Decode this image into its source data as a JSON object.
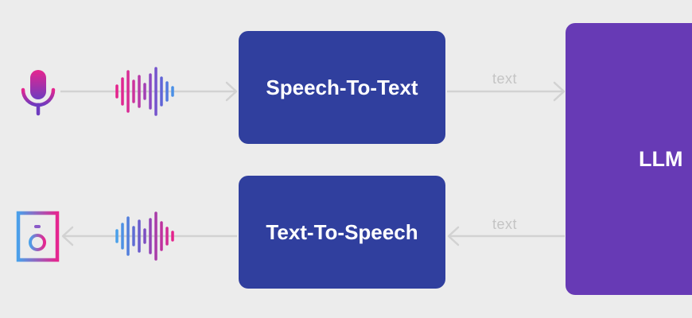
{
  "diagram": {
    "stt_label": "Speech-To-Text",
    "tts_label": "Text-To-Speech",
    "llm_label": "LLM",
    "edge_label_top": "text",
    "edge_label_bottom": "text"
  },
  "icons": {
    "input": "microphone-icon",
    "output": "speaker-icon",
    "waveform": "waveform-icon"
  },
  "colors": {
    "background": "#ececec",
    "stt_box": "#303f9e",
    "tts_box": "#303f9e",
    "llm_box": "#673ab5",
    "connector": "#d2d2d2",
    "gradient_pink": "#e6258f",
    "gradient_blue": "#4aa0ea",
    "gradient_purple": "#6e3bbf"
  }
}
